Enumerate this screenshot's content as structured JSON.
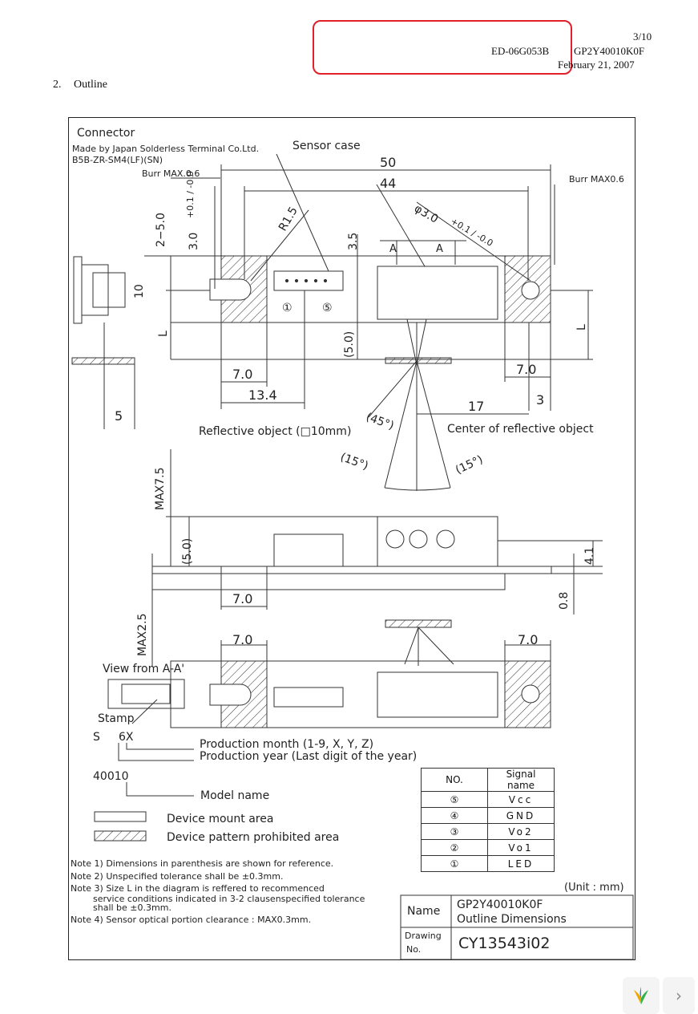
{
  "header": {
    "page_number": "3/10",
    "doc_id": "ED-06G053B",
    "part_number": "GP2Y40010K0F",
    "date": "February 21, 2007"
  },
  "section": {
    "number": "2.",
    "title": "Outline"
  },
  "drawing": {
    "connector_title": "Connector",
    "connector_maker": "Made by Japan Solderless Terminal Co.Ltd.",
    "connector_part": "B5B-ZR-SM4(LF)(SN)",
    "sensor_case": "Sensor case",
    "burr_left": "Burr MAX.0.6",
    "burr_right": "Burr MAX0.6",
    "dim_50": "50",
    "dim_44": "44",
    "dim_hole": "φ3.0",
    "dim_hole_tol": "+0.1 / -0.0",
    "dim_r": "R1.5",
    "dim_2_5": "2−5.0",
    "dim_3_0": "3.0",
    "dim_3_0_tol": "+0.1 / -0.0",
    "dim_3_5": "3.5",
    "label_a1": "A",
    "label_a2": "A",
    "dim_10": "10",
    "dim_l_left": "L",
    "dim_l_right": "L",
    "pin1": "①",
    "pin5": "⑤",
    "dim_5_0": "(5.0)",
    "dim_7_0_left": "7.0",
    "dim_7_0_right": "7.0",
    "dim_13_4": "13.4",
    "dim_17": "17",
    "dim_3": "3",
    "dim_5": "5",
    "angle_45": "(45°)",
    "angle_15_left": "(15°)",
    "angle_15_right": "(15°)",
    "reflective_object": "Reflective object (□10mm)",
    "center_reflective": "Center of reflective object",
    "max_7_5": "MAX7.5",
    "side_5_0": "(5.0)",
    "dim_4_1": "4.1",
    "dim_7_0_side": "7.0",
    "dim_0_8": "0.8",
    "max_2_5": "MAX2.5",
    "dim_7_0_bottom_left": "7.0",
    "dim_7_0_bottom_right": "7.0",
    "view_from": "View from A-A'",
    "stamp": "Stamp",
    "stamp_code_s": "S",
    "stamp_code_6x": "6X",
    "production_month": "Production month (1-9, X, Y, Z)",
    "production_year": "Production year (Last digit of the year)",
    "model_code": "40010",
    "model_name": "Model  name",
    "device_mount": "Device mount area",
    "device_prohibited": "Device pattern prohibited area"
  },
  "signal_table": {
    "headers": [
      "NO.",
      "Signal name"
    ],
    "rows": [
      [
        "⑤",
        "Vcc"
      ],
      [
        "④",
        "GND"
      ],
      [
        "③",
        "Vo2"
      ],
      [
        "②",
        "Vo1"
      ],
      [
        "①",
        "LED"
      ]
    ]
  },
  "notes": [
    "Note 1)   Dimensions in parenthesis are shown for reference.",
    "Note 2)   Unspecified tolerance shall be ±0.3mm.",
    "Note 3)   Size L in the diagram is reffered to recommenced",
    "service conditions indicated in 3-2 clausenspecified tolerance",
    "shall be ±0.3mm.",
    "Note 4)   Sensor optical portion clearance  :  MAX0.3mm."
  ],
  "unit": "(Unit : mm)",
  "title_block": {
    "name_label": "Name",
    "name_value_1": "GP2Y40010K0F",
    "name_value_2": "Outline Dimensions",
    "drawing_label_1": "Drawing",
    "drawing_label_2": "No.",
    "drawing_no": "CY13543i02"
  },
  "nav": {
    "next_icon": "›"
  }
}
